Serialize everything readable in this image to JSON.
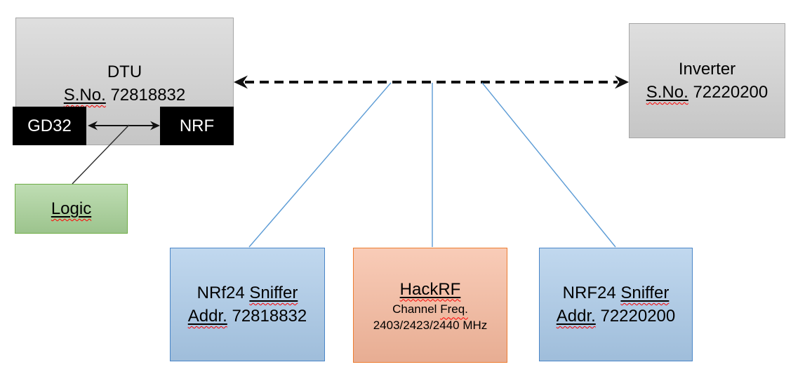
{
  "colors": {
    "gray_fill": "#d2d2d2",
    "gray_border": "#a6a6a6",
    "chip_fill": "#000000",
    "chip_text": "#ffffff",
    "green_fill": "#a6d096",
    "green_border": "#70ad47",
    "blue_fill": "#a9c9e8",
    "blue_border": "#4a86c8",
    "orange_fill": "#f6b89c",
    "orange_border": "#ed7d31",
    "connector_blue": "#5b9bd5",
    "line_black": "#111111",
    "squiggle_red": "#ff0000",
    "text": "#000000"
  },
  "dtu": {
    "title": "DTU",
    "serial_label": "S.No.",
    "serial_value": "72818832",
    "gd32_label": "GD32",
    "nrf_label": "NRF"
  },
  "logic": {
    "label": "Logic"
  },
  "inverter": {
    "title": "Inverter",
    "serial_label": "S.No.",
    "serial_value": "72220200"
  },
  "sniffer_left": {
    "name": "NRf24",
    "type": "Sniffer",
    "addr_label": "Addr.",
    "addr_value": "72818832"
  },
  "hackrf": {
    "title": "HackRF",
    "line2_prefix": "Channel",
    "line2_word": "Freq.",
    "line3": "2403/2423/2440 MHz"
  },
  "sniffer_right": {
    "name": "NRF24",
    "type": "Sniffer",
    "addr_label": "Addr.",
    "addr_value": "72220200"
  }
}
